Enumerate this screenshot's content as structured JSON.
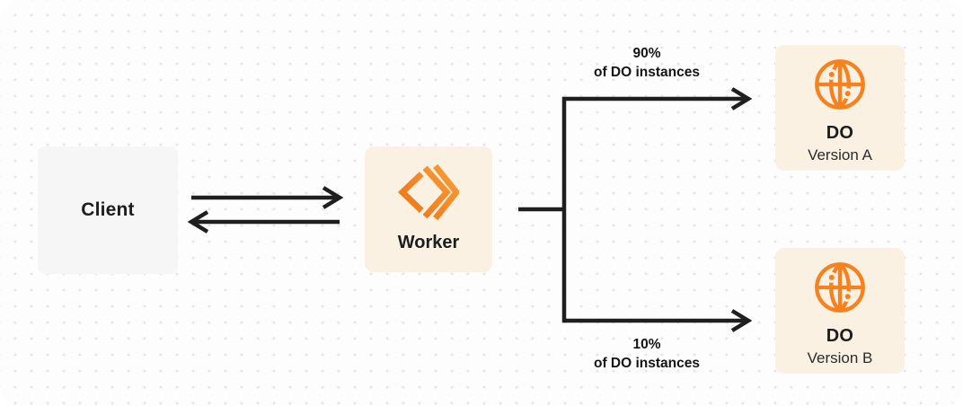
{
  "colors": {
    "bg_color": "#FDFDFD",
    "dot_color": "#E3E3E3",
    "line_color": "#1F1F1F",
    "text_color": "#1D1D1D",
    "box_cream": "#FBF1E2",
    "box_gray": "#F6F6F7",
    "accent_orange": "#F6821F"
  },
  "nodes": {
    "client": {
      "label": "Client"
    },
    "worker": {
      "label": "Worker",
      "icon": "workers-chevron-icon"
    },
    "do_version_a": {
      "title": "DO",
      "subtitle": "Version A",
      "icon": "globe-icon"
    },
    "do_version_b": {
      "title": "DO",
      "subtitle": "Version B",
      "icon": "globe-icon"
    }
  },
  "labels": {
    "top_branch": {
      "percent": "90%",
      "caption": "of DO instances"
    },
    "bottom_branch": {
      "percent": "10%",
      "caption": "of DO instances"
    }
  }
}
